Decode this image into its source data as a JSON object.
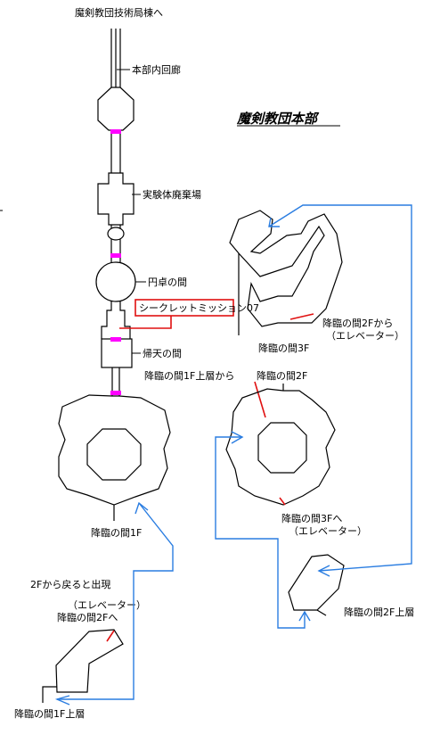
{
  "title": "魔剣教団本部",
  "labels": {
    "tech_wing": "魔剣教団技術局棟へ",
    "inner_corridor": "本部内回廊",
    "disposal_site": "実験体廃棄場",
    "round_table": "円卓の間",
    "secret_mission": "シークレットミッション07",
    "return_room": "帰天の間",
    "advent_1f": "降臨の間1F",
    "advent_1f_upper": "降臨の間1F上層",
    "advent_2f": "降臨の間2F",
    "advent_3f": "降臨の間3F",
    "advent_2f_upper": "降臨の間2F上層",
    "from_1f_upper": "降臨の間1F上層から",
    "from_2f_line1": "降臨の間2Fから",
    "from_2f_line2": "（エレベーター）",
    "to_3f_line1": "降臨の間3Fへ",
    "to_3f_line2": "（エレベーター）",
    "to_2f_line1": "（エレベーター）",
    "to_2f_line2": "降臨の間2Fへ",
    "appear_note": "2Fから戻ると出現"
  },
  "colors": {
    "wall": "#000000",
    "route": "#2a7de1",
    "highlight": "#e01010",
    "door": "#ff00ff"
  }
}
